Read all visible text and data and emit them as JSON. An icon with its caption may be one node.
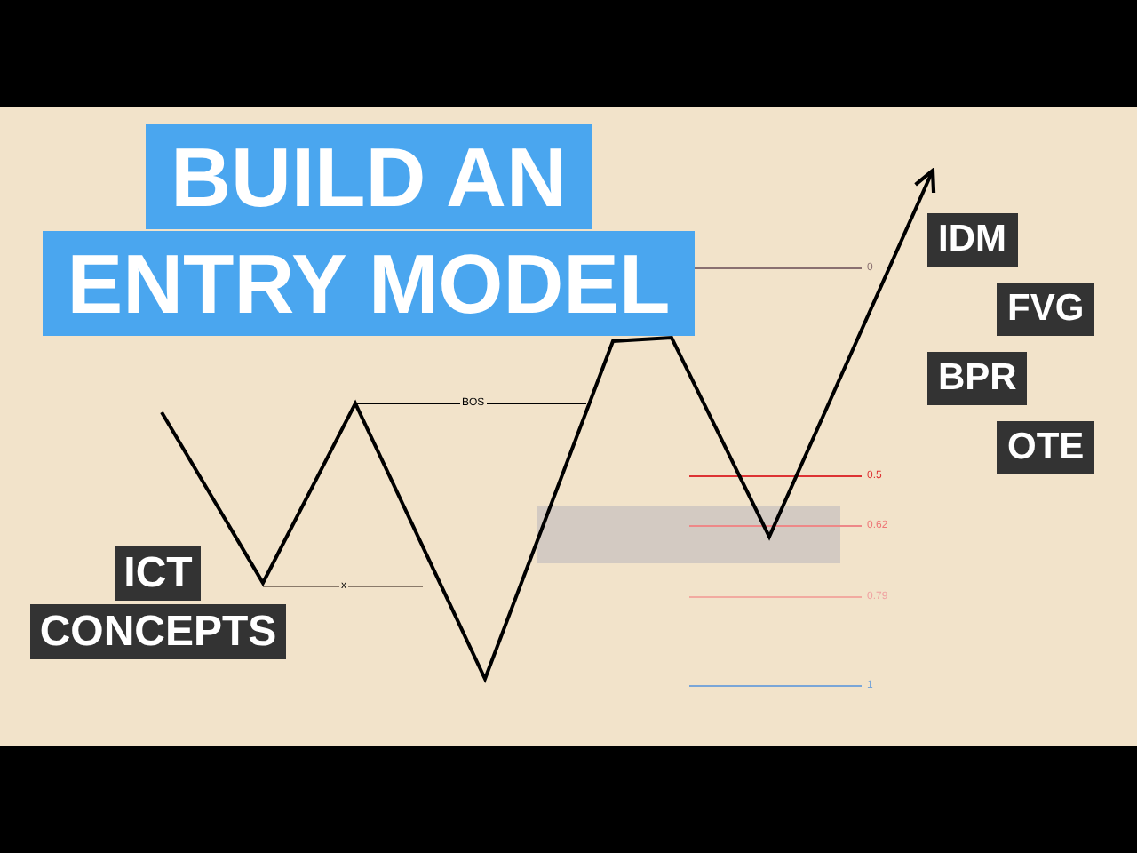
{
  "diagram": {
    "title": "BUILD AN ENTRY MODEL",
    "labels": [
      "BOS",
      "x",
      "0",
      "0.5",
      "0.62",
      "0.79",
      "1",
      "IDM",
      "FVG",
      "BPR",
      "OTE",
      "ICT CONCEPTS"
    ]
  }
}
